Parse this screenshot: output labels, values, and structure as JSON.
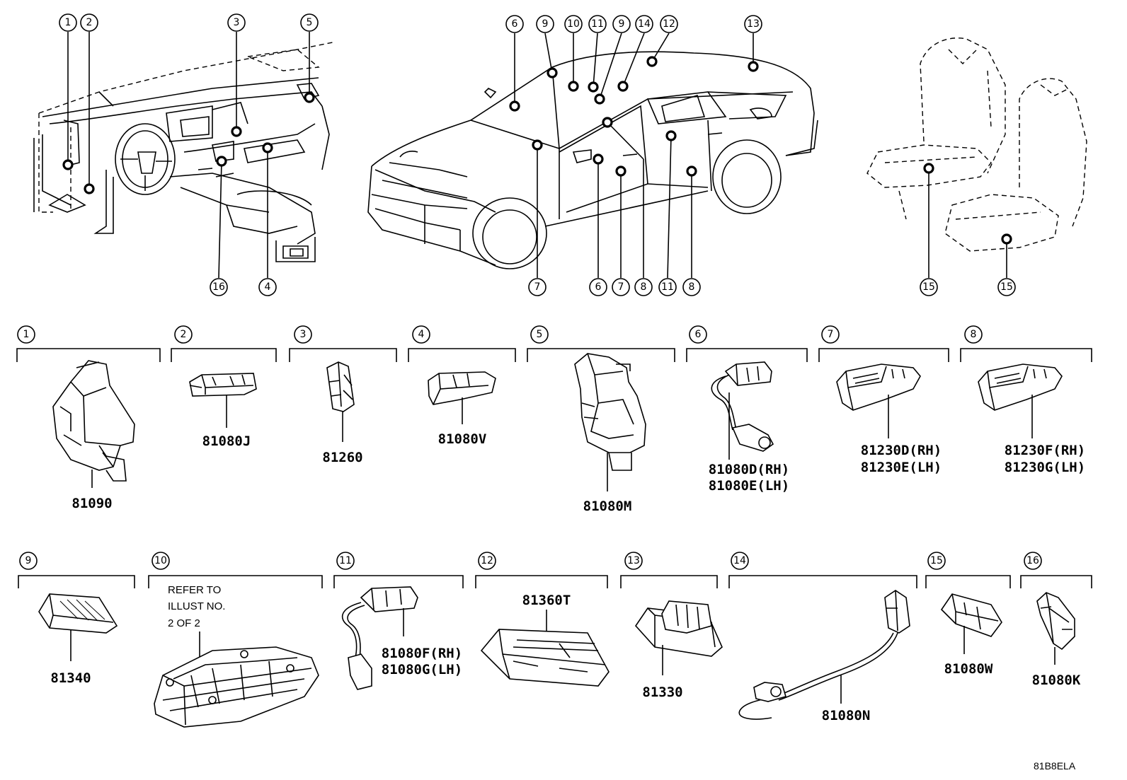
{
  "diagram_code": "81B8ELA",
  "callouts": {
    "c1": "1",
    "c2": "2",
    "c3": "3",
    "c4": "4",
    "c5": "5",
    "c6": "6",
    "c7": "7",
    "c8": "8",
    "c9": "9",
    "c10": "10",
    "c11": "11",
    "c12": "12",
    "c13": "13",
    "c14": "14",
    "c15": "15",
    "c16": "16"
  },
  "parts": {
    "p1": "81090",
    "p2": "81080J",
    "p3": "81260",
    "p4": "81080V",
    "p5": "81080M",
    "p6a": "81080D(RH)",
    "p6b": "81080E(LH)",
    "p7a": "81230D(RH)",
    "p7b": "81230E(LH)",
    "p8a": "81230F(RH)",
    "p8b": "81230G(LH)",
    "p9": "81340",
    "p10_note_1": "REFER TO",
    "p10_note_2": "ILLUST NO.",
    "p10_note_3": "2 OF 2",
    "p11a": "81080F(RH)",
    "p11b": "81080G(LH)",
    "p12": "81360T",
    "p13": "81330",
    "p14": "81080N",
    "p15": "81080W",
    "p16": "81080K"
  }
}
